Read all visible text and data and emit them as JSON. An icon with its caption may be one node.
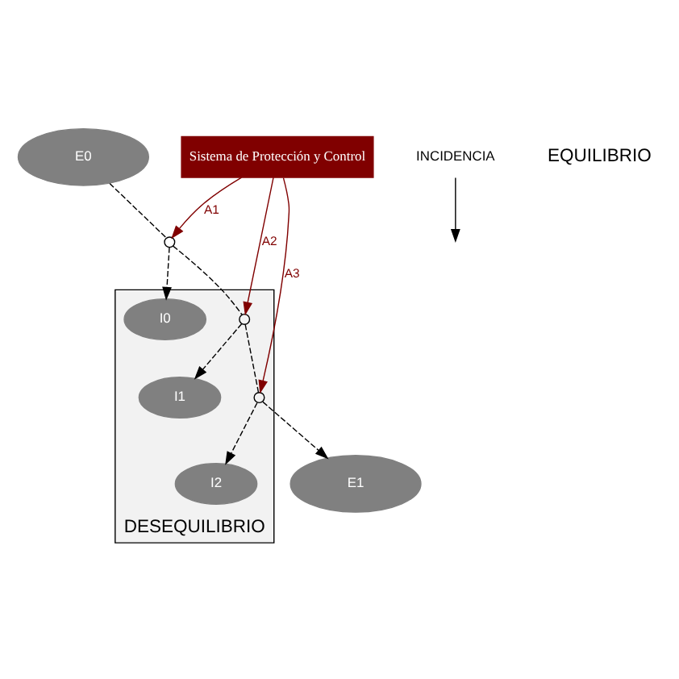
{
  "diagram": {
    "nodes": [
      {
        "text": [
          "E0"
        ]
      },
      {
        "text": [
          "INCIDENCIA"
        ]
      },
      {
        "text": [],
        "shape": "circle"
      },
      {
        "text": [
          "Sistema de Protección y Control"
        ]
      },
      {
        "text": [
          "DESEQUILIBRIO"
        ]
      },
      {
        "text": [],
        "shape": "circle",
        "in": 4
      },
      {
        "text": [
          "E1"
        ]
      },
      {
        "text": [
          "I1"
        ],
        "in": 4
      },
      {
        "text": [],
        "shape": "circle",
        "in": 4
      },
      {
        "text": [
          "I0"
        ],
        "in": 4
      },
      {
        "text": [
          "I2"
        ],
        "in": 4
      }
    ],
    "edges": [
      {
        "from": 0,
        "to": 2,
        "arrow": "none",
        "style": "dashed"
      },
      {
        "from": 1,
        "to": null,
        "arrow": "to"
      },
      {
        "from": 3,
        "to": 2,
        "arrow": "to",
        "label": "A1",
        "color": "#800000"
      },
      {
        "from": 3,
        "to": 5,
        "arrow": "to",
        "label": "A2",
        "color": "#800000"
      },
      {
        "from": 3,
        "to": 8,
        "arrow": "to",
        "label": "A3",
        "color": "#800000"
      },
      {
        "from": 2,
        "to": 5,
        "arrow": "none",
        "style": "dashed"
      },
      {
        "from": 2,
        "to": 9,
        "arrow": "to",
        "style": "dashed"
      },
      {
        "from": 5,
        "to": 7,
        "arrow": "to",
        "style": "dashed"
      },
      {
        "from": 5,
        "to": 8,
        "arrow": "none",
        "style": "dashed"
      },
      {
        "from": 8,
        "to": 10,
        "arrow": "to",
        "style": "dashed"
      },
      {
        "from": 8,
        "to": 6,
        "arrow": "to",
        "style": "dashed"
      }
    ],
    "labels": [
      "EQUILIBRIO"
    ]
  }
}
